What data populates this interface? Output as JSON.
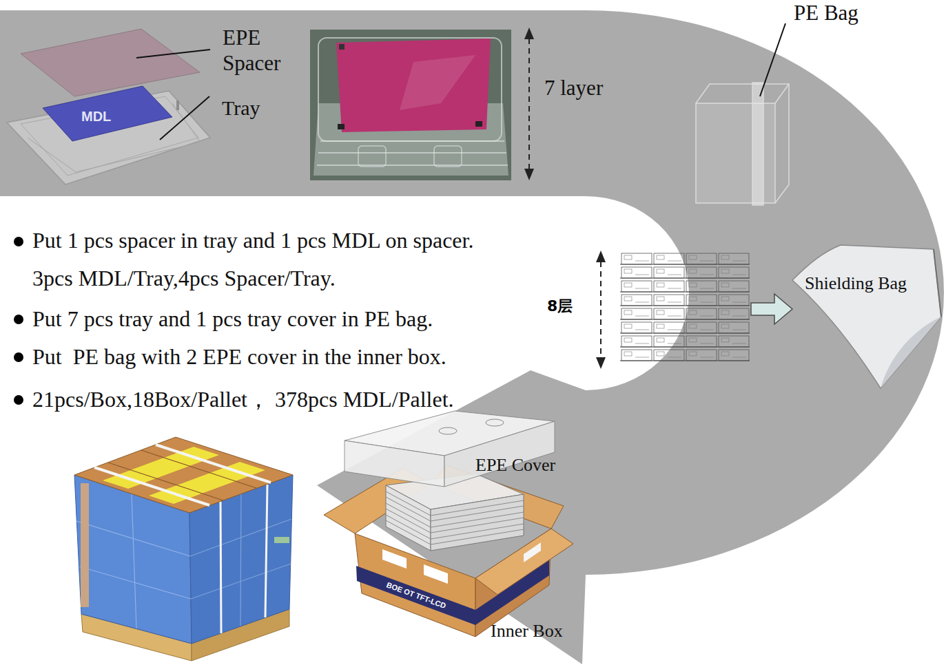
{
  "diagram": {
    "nodes": [
      {
        "text": [
          "MDL"
        ]
      },
      {
        "text": [
          "8层"
        ]
      },
      {
        "text": [
          "Shielding Bag"
        ]
      }
    ],
    "edges": [
      {
        "from": 1,
        "to": 2,
        "arrow": "to"
      }
    ],
    "labels": [
      "EPE Spacer",
      "Tray",
      "7 layer",
      "PE Bag",
      "Put 1 pcs spacer in tray and 1 pcs MDL on spacer. 3pcs MDL/Tray,4pcs Spacer/Tray.",
      "Put 7 pcs tray and 1 pcs tray cover in PE bag.",
      "Put  PE bag with 2 EPE cover in the inner box.",
      "21pcs/Box,18Box/Pallet， 378pcs MDL/Pallet.",
      "EPE Cover",
      "BOE OT TFT-LCD",
      "Inner Box"
    ]
  }
}
